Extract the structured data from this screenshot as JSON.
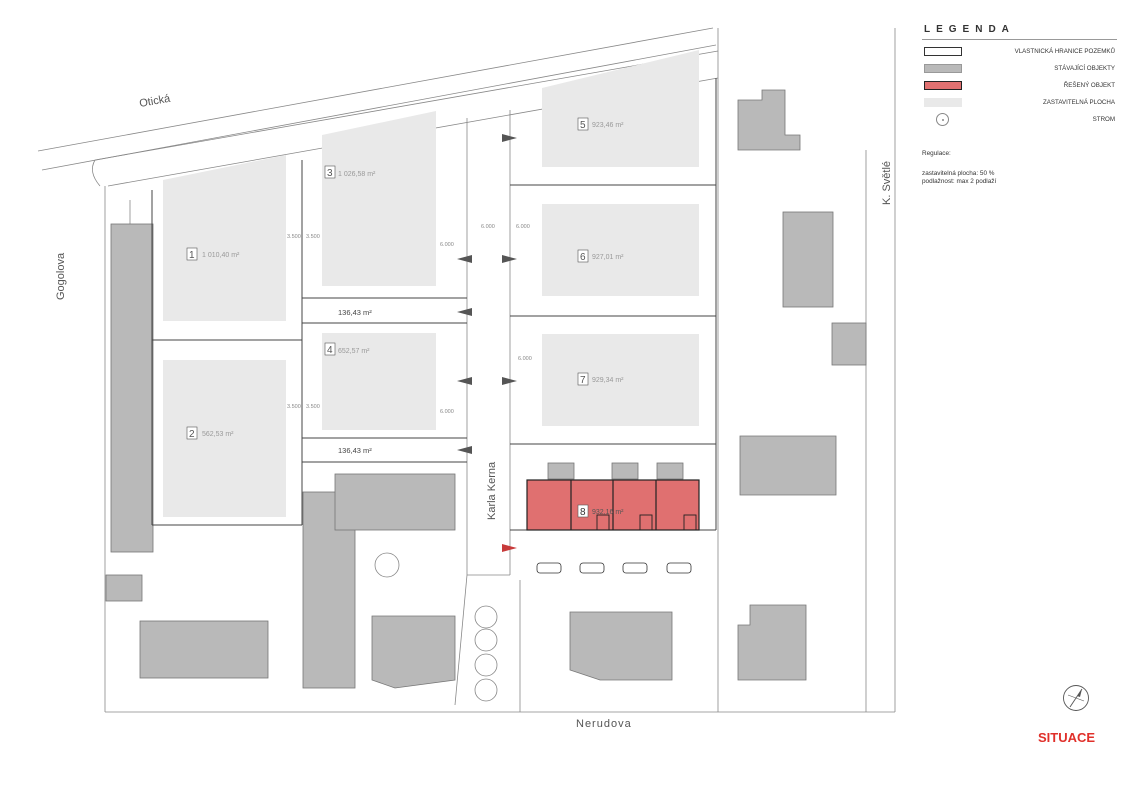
{
  "legend": {
    "title": "LEGENDA",
    "items": [
      {
        "label": "VLASTNICKÁ HRANICE POZEMKŮ",
        "icon": "owner-boundary-swatch"
      },
      {
        "label": "STÁVAJÍCÍ OBJEKTY",
        "icon": "existing-building-swatch"
      },
      {
        "label": "ŘEŠENÝ OBJEKT",
        "icon": "solved-building-swatch"
      },
      {
        "label": "ZASTAVITELNÁ PLOCHA",
        "icon": "buildable-area-swatch"
      },
      {
        "label": "STROM",
        "icon": "tree-icon"
      }
    ]
  },
  "regulace": {
    "title": "Regulace:",
    "line1": "zastavitelná plocha: 50 %",
    "line2": "podlažnost: max 2 podlaží"
  },
  "streets": {
    "oticka": "Otická",
    "gogolova": "Gogolova",
    "karla_kerna": "Karla Kerna",
    "k_svetle": "K. Světlé",
    "nerudova": "Nerudova"
  },
  "plots": [
    {
      "number": "1",
      "area": "1 010,40 m²"
    },
    {
      "number": "2",
      "area": "562,53 m²"
    },
    {
      "number": "3",
      "area": "1 026,58 m²"
    },
    {
      "number": "4",
      "area": "652,57 m²"
    },
    {
      "number": "5",
      "area": "923,46 m²"
    },
    {
      "number": "6",
      "area": "927,01 m²"
    },
    {
      "number": "7",
      "area": "929,34 m²"
    },
    {
      "number": "8",
      "area": "932,16 m²"
    }
  ],
  "strips": {
    "upper": "136,43 m²",
    "lower": "136,43 m²"
  },
  "dimensions": {
    "d6000": "6.000",
    "d3500": "3.500"
  },
  "sheet": {
    "title": "SITUACE"
  },
  "colors": {
    "existing": "#b9b9b9",
    "solved": "#e07070",
    "buildable": "#e9e9e9",
    "accent": "#e0302a"
  }
}
